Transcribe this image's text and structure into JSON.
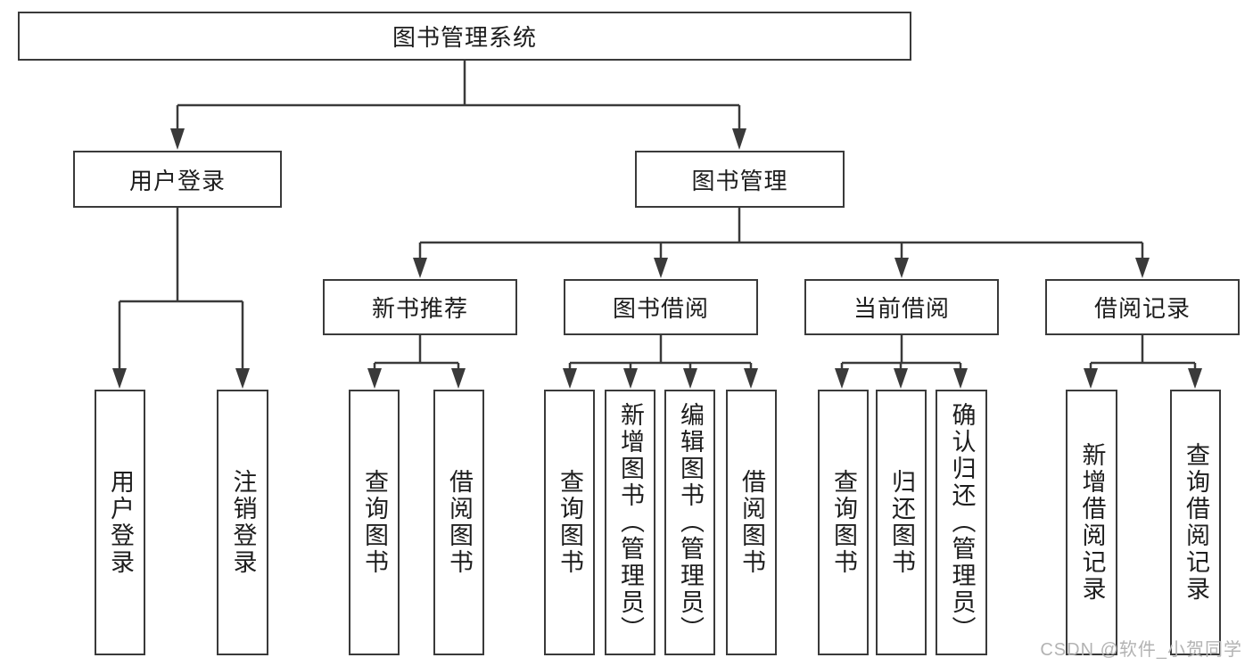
{
  "diagram": {
    "root": {
      "label": "图书管理系统"
    },
    "branches": [
      {
        "label": "用户登录",
        "children": [
          "用户登录",
          "注销登录"
        ]
      },
      {
        "label": "图书管理"
      }
    ],
    "modules": [
      {
        "label": "新书推荐",
        "children": [
          "查询图书",
          "借阅图书"
        ]
      },
      {
        "label": "图书借阅",
        "children": [
          "查询图书",
          "新增图书（管理员）",
          "编辑图书（管理员）",
          "借阅图书"
        ]
      },
      {
        "label": "当前借阅",
        "children": [
          "查询图书",
          "归还图书",
          "确认归还（管理员）"
        ]
      },
      {
        "label": "借阅记录",
        "children": [
          "新增借阅记录",
          "查询借阅记录"
        ]
      }
    ],
    "colors": {
      "line": "#3a3a3a",
      "text": "#1d1d1d",
      "background": "#ffffff",
      "watermark": "#b3b3b3"
    }
  },
  "watermark": {
    "text": "CSDN @软件_小贺同学"
  }
}
